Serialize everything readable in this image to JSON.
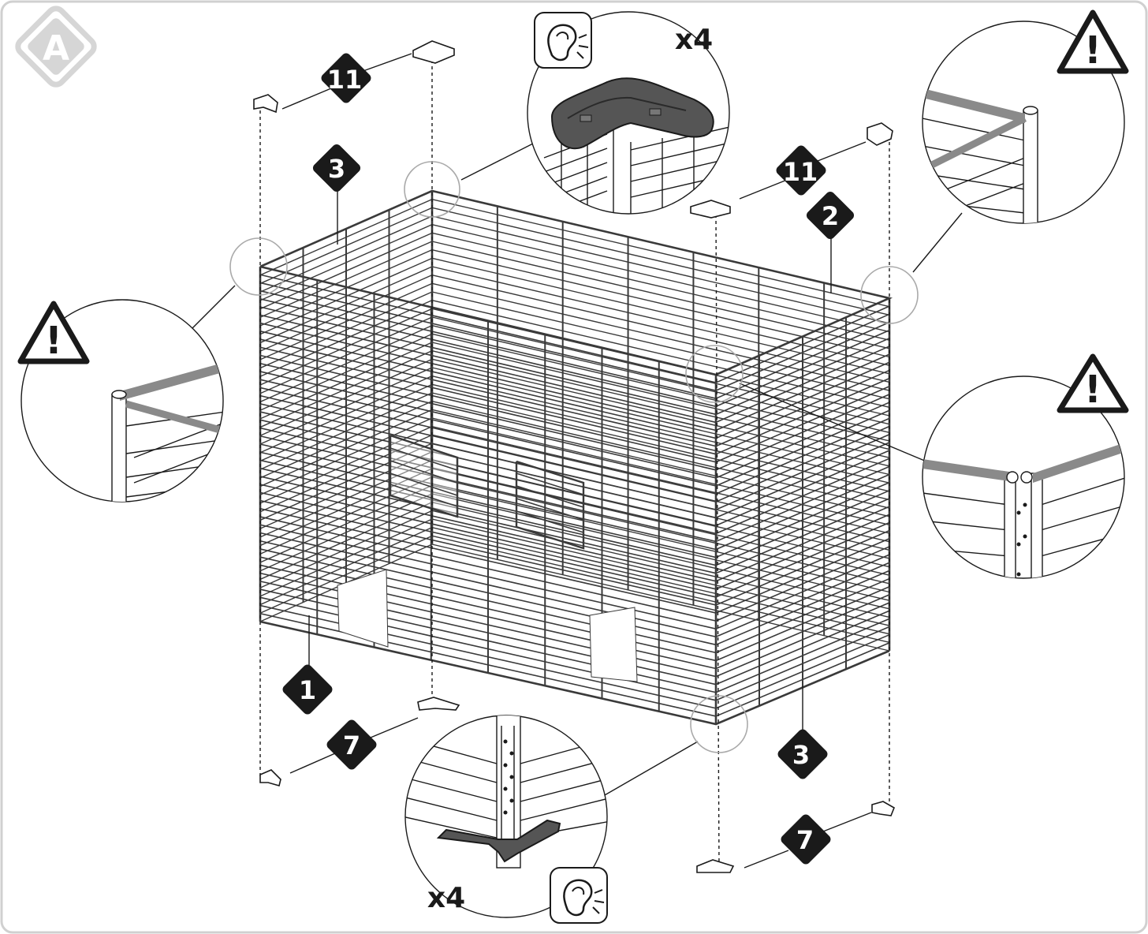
{
  "step": {
    "letter": "A"
  },
  "parts": {
    "front_panel": "1",
    "side_panel_top": "2",
    "end_panel": "3",
    "bottom_corner": "7",
    "top_corner": "11"
  },
  "callouts": {
    "top_corner_qty": "x4",
    "bottom_corner_qty": "x4",
    "warning_mark": "!"
  },
  "icons": {
    "step": "step-diamond-icon",
    "warning": "warning-triangle-icon",
    "sound": "ear-click-icon"
  },
  "colors": {
    "ink": "#1a1a1a",
    "wire": "#3a3a3a",
    "part_fill": "#555555",
    "highlight_rail": "#8a8a8a",
    "step_badge": "#d6d6d6"
  }
}
